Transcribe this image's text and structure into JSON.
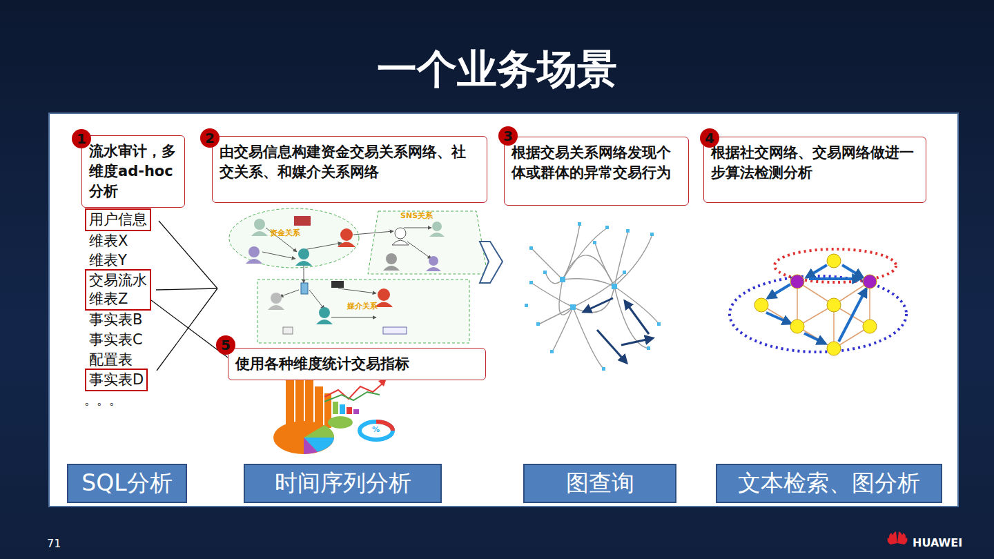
{
  "diagram": {
    "title": "一个业务场景",
    "nodes": [
      {
        "text": [
          "流水审计，多维度ad-hoc分析"
        ]
      },
      {
        "text": [
          "由交易信息构建资金交易关系网络、社交关系、和媒介关系网络"
        ]
      },
      {
        "text": [
          "根据交易关系网络发现个体或群体的异常交易行为"
        ]
      },
      {
        "text": [
          "根据社交网络、交易网络做进一步算法检测分析"
        ]
      },
      {
        "text": [
          "用户信息"
        ]
      },
      {
        "text": [
          "交易流水",
          "维表Z"
        ]
      },
      {
        "text": [
          "事实表D"
        ]
      },
      {
        "text": [
          "使用各种维度统计交易指标"
        ]
      },
      {
        "text": [
          "SQL分析"
        ]
      },
      {
        "text": [
          "时间序列分析"
        ]
      },
      {
        "text": [
          "图查询"
        ]
      },
      {
        "text": [
          "文本检索、图分析"
        ]
      }
    ],
    "edges": [
      {
        "from": 5,
        "to": 7,
        "arrow": "none"
      }
    ],
    "labels": [
      "1",
      "2",
      "3",
      "4",
      "5",
      "维表X",
      "维表Y",
      "事实表B",
      "事实表C",
      "配置表",
      "。。。",
      "资金关系",
      "SNS关系",
      "媒介关系",
      "%",
      "71",
      "HUAWEI"
    ]
  }
}
